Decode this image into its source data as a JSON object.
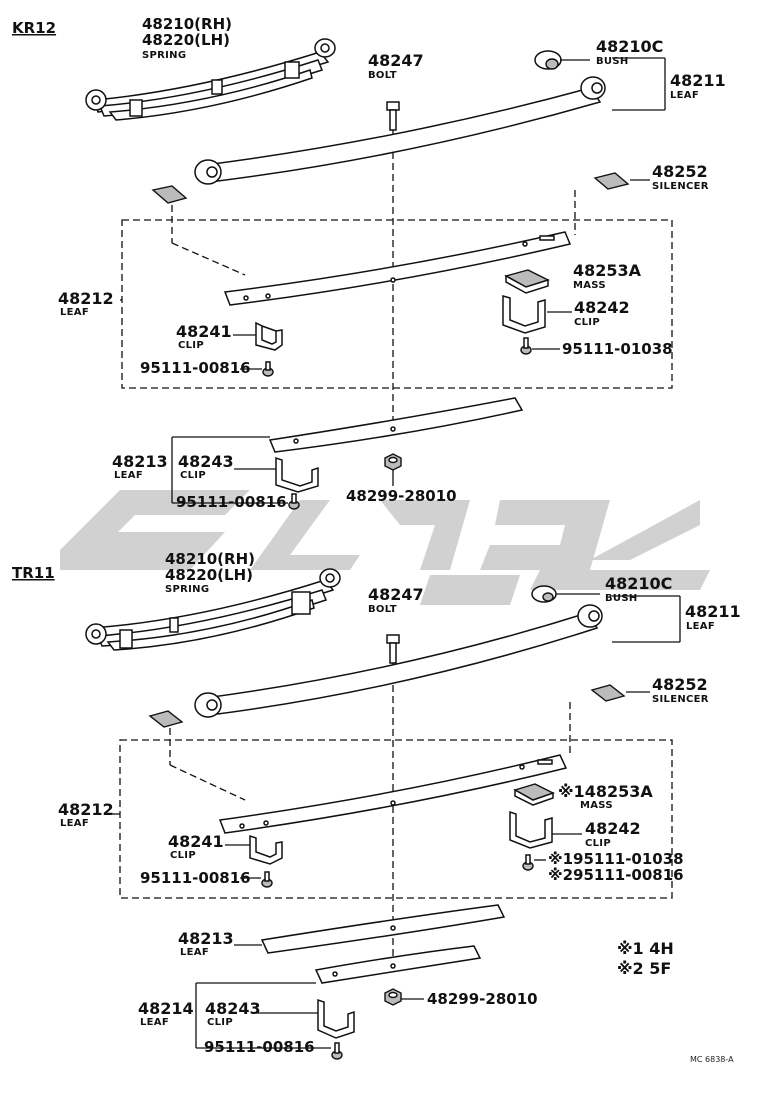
{
  "sections": [
    {
      "id": "kr12",
      "title": "KR12",
      "labels": {
        "spring_pn": "48210(RH)",
        "spring_pn2": "48220(LH)",
        "spring_name": "SPRING",
        "bolt_pn": "48247",
        "bolt_name": "BOLT",
        "bush_pn": "48210C",
        "bush_name": "BUSH",
        "leaf1_pn": "48211",
        "leaf1_name": "LEAF",
        "silencer_pn": "48252",
        "silencer_name": "SILENCER",
        "leaf2_pn": "48212",
        "leaf2_name": "LEAF",
        "mass_pn": "48253A",
        "mass_name": "MASS",
        "clipr_pn": "48242",
        "clipr_name": "CLIP",
        "clipl_pn": "48241",
        "clipl_name": "CLIP",
        "bolt_r": "95111-01038",
        "bolt_l": "95111-00816",
        "leaf3_pn": "48213",
        "leaf3_name": "LEAF",
        "clip3_pn": "48243",
        "clip3_name": "CLIP",
        "nut_pn": "48299-28010",
        "bolt_3": "95111-00816"
      }
    },
    {
      "id": "tr11",
      "title": "TR11",
      "labels": {
        "spring_pn": "48210(RH)",
        "spring_pn2": "48220(LH)",
        "spring_name": "SPRING",
        "bolt_pn": "48247",
        "bolt_name": "BOLT",
        "bush_pn": "48210C",
        "bush_name": "BUSH",
        "leaf1_pn": "48211",
        "leaf1_name": "LEAF",
        "silencer_pn": "48252",
        "silencer_name": "SILENCER",
        "leaf2_pn": "48212",
        "leaf2_name": "LEAF",
        "mass_pn": "※148253A",
        "mass_name": "MASS",
        "clipr_pn": "48242",
        "clipr_name": "CLIP",
        "clipl_pn": "48241",
        "clipl_name": "CLIP",
        "bolt_r": "※195111-01038",
        "bolt_r2": "※295111-00816",
        "bolt_l": "95111-00816",
        "leaf3_pn": "48213",
        "leaf3_name": "LEAF",
        "leaf4_pn": "48214",
        "leaf4_name": "LEAF",
        "clip3_pn": "48243",
        "clip3_name": "CLIP",
        "nut_pn": "48299-28010",
        "bolt_3": "95111-00816"
      }
    }
  ],
  "notes": {
    "note1": "※1 4H",
    "note2": "※2 5F"
  },
  "drawing_code": "MC 6838-A"
}
